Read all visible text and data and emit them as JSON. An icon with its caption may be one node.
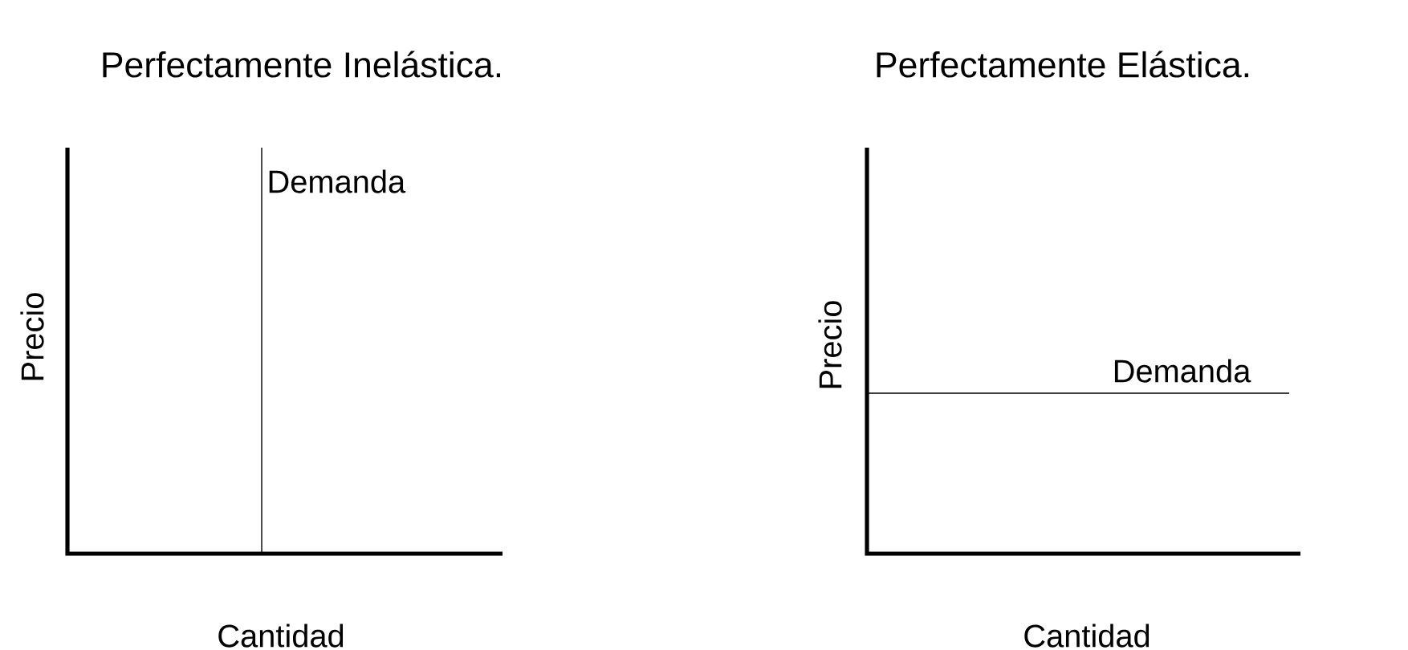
{
  "diagram": {
    "labels": [
      "Perfectamente Inelástica.",
      "Perfectamente Elástica.",
      "Demanda",
      "Precio",
      "Precio",
      "Demanda",
      "Cantidad",
      "Cantidad"
    ]
  }
}
